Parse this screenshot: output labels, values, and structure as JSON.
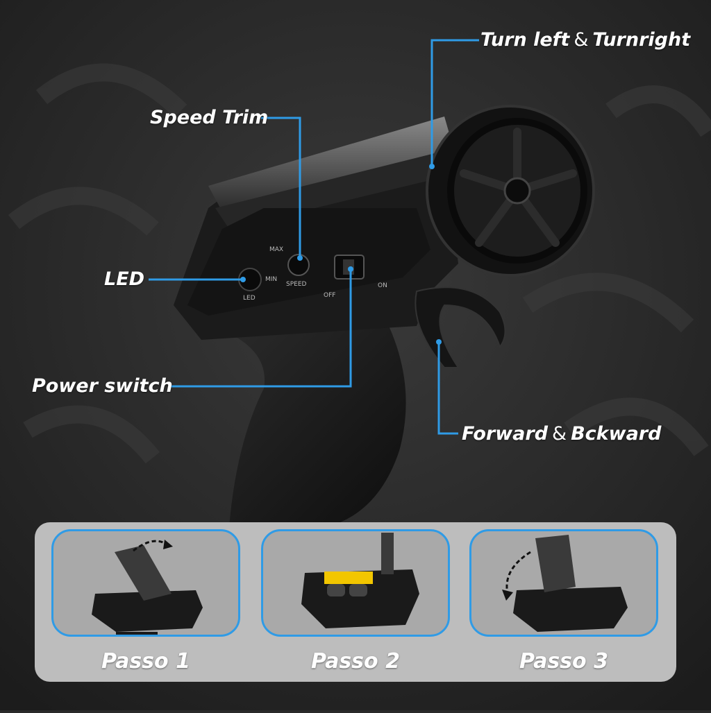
{
  "callouts": {
    "turn": {
      "left": "Turn left",
      "amp": "&",
      "right": "Turnright"
    },
    "speed_trim": "Speed Trim",
    "led": "LED",
    "power_switch": "Power switch",
    "forward": {
      "left": "Forward",
      "amp": "&",
      "right": "Bckward"
    }
  },
  "controller_labels": {
    "led": "LED",
    "speed": "SPEED",
    "max": "MAX",
    "min": "MIN",
    "off": "OFF",
    "on": "ON"
  },
  "steps": [
    {
      "label": "Passo 1"
    },
    {
      "label": "Passo 2"
    },
    {
      "label": "Passo 3"
    }
  ],
  "colors": {
    "callout_line": "#2f9be6",
    "background": "#2a2a2a",
    "panel": "#bdbdbd"
  }
}
